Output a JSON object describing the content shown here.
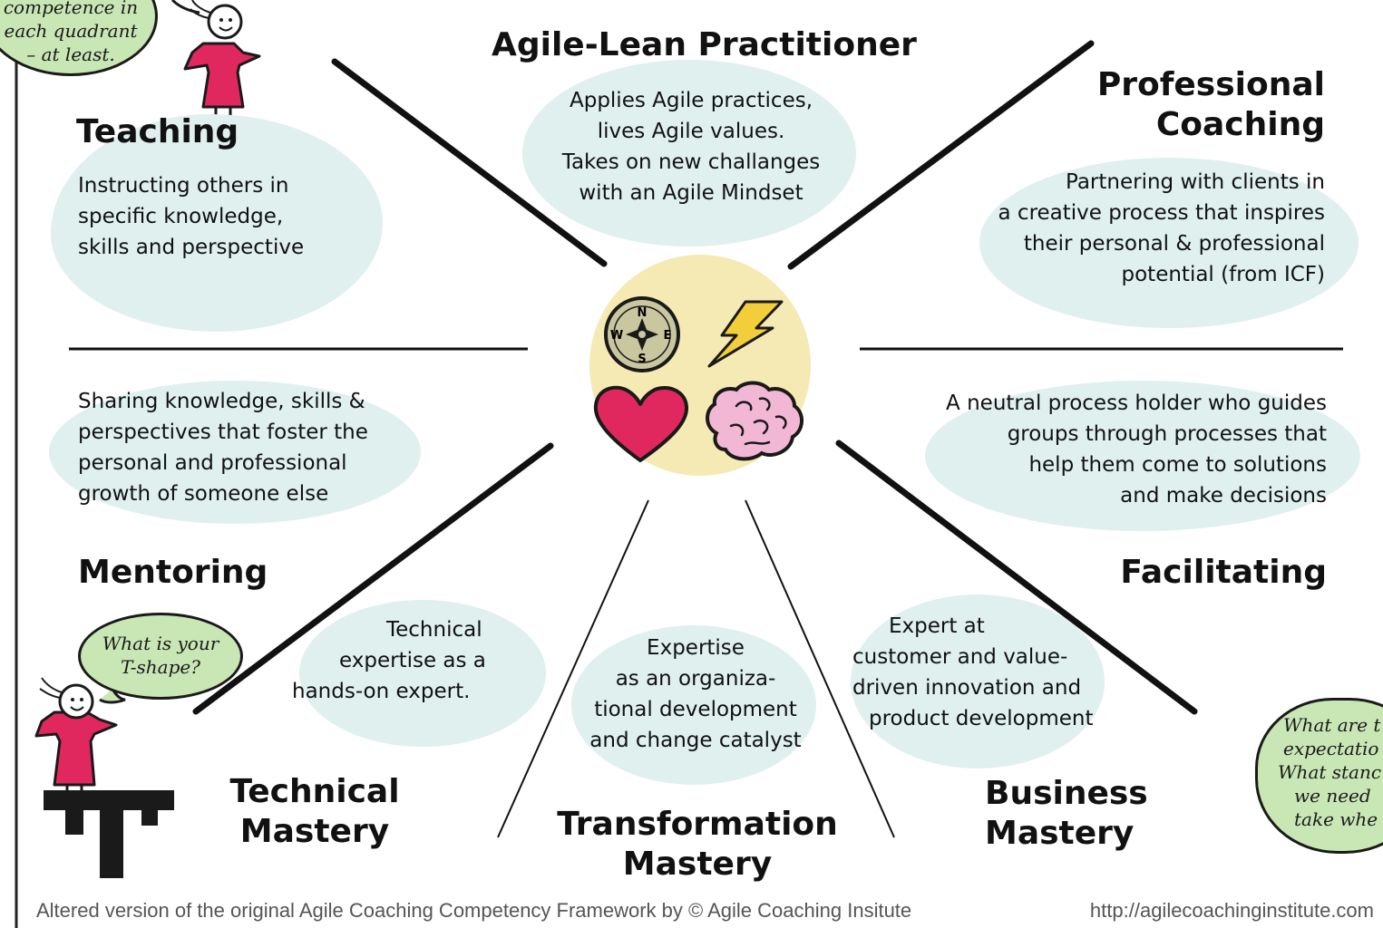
{
  "colors": {
    "blob": "#dff0ef",
    "center": "#f5eab4",
    "bubble": "#c9e6b5",
    "figure": "#e0285e",
    "line": "#111111"
  },
  "teaching": {
    "title": "Teaching",
    "lines": [
      "Instructing others in",
      "specific knowledge,",
      "skills and perspective"
    ]
  },
  "practitioner": {
    "title": "Agile-Lean Practitioner",
    "lines": [
      "Applies Agile practices,",
      "lives Agile values.",
      "Takes on new challanges",
      "with an Agile Mindset"
    ]
  },
  "coaching": {
    "title_lines": [
      "Professional",
      "Coaching"
    ],
    "lines": [
      "Partnering with clients in",
      "a creative process that inspires",
      "their personal & professional",
      "potential (from ICF)"
    ]
  },
  "mentoring": {
    "title": "Mentoring",
    "lines": [
      "Sharing knowledge, skills &",
      "perspectives that foster the",
      "personal and professional",
      "growth of someone else"
    ]
  },
  "facilitating": {
    "title": "Facilitating",
    "lines": [
      "A neutral process holder who guides",
      "groups through processes that",
      "help them come to solutions",
      "and make decisions"
    ]
  },
  "technical": {
    "title_lines": [
      "Technical",
      "Mastery"
    ],
    "lines": [
      "Technical",
      "expertise as a",
      "hands-on expert."
    ]
  },
  "transformation": {
    "title_lines": [
      "Transformation",
      "Mastery"
    ],
    "lines": [
      "Expertise",
      "as an organiza-",
      "tional development",
      "and change catalyst"
    ]
  },
  "business": {
    "title_lines": [
      "Business",
      "Mastery"
    ],
    "lines": [
      "Expert at",
      "customer and value-",
      "driven innovation and",
      "product development"
    ]
  },
  "center_icons": [
    "compass-icon",
    "lightning-icon",
    "heart-icon",
    "brain-icon"
  ],
  "compass_letters": [
    "N",
    "E",
    "S",
    "W"
  ],
  "bubbles": {
    "top_left": [
      "competence in",
      "each quadrant",
      "– at least."
    ],
    "bottom_left": [
      "What is your",
      "T-shape?"
    ],
    "right": [
      "What are t",
      "expectatio",
      "What stanc",
      "we need",
      "take whe"
    ]
  },
  "footer": {
    "credit": "Altered version of the original Agile Coaching Competency Framework by © Agile Coaching Insitute",
    "url": "http://agilecoachinginstitute.com"
  }
}
